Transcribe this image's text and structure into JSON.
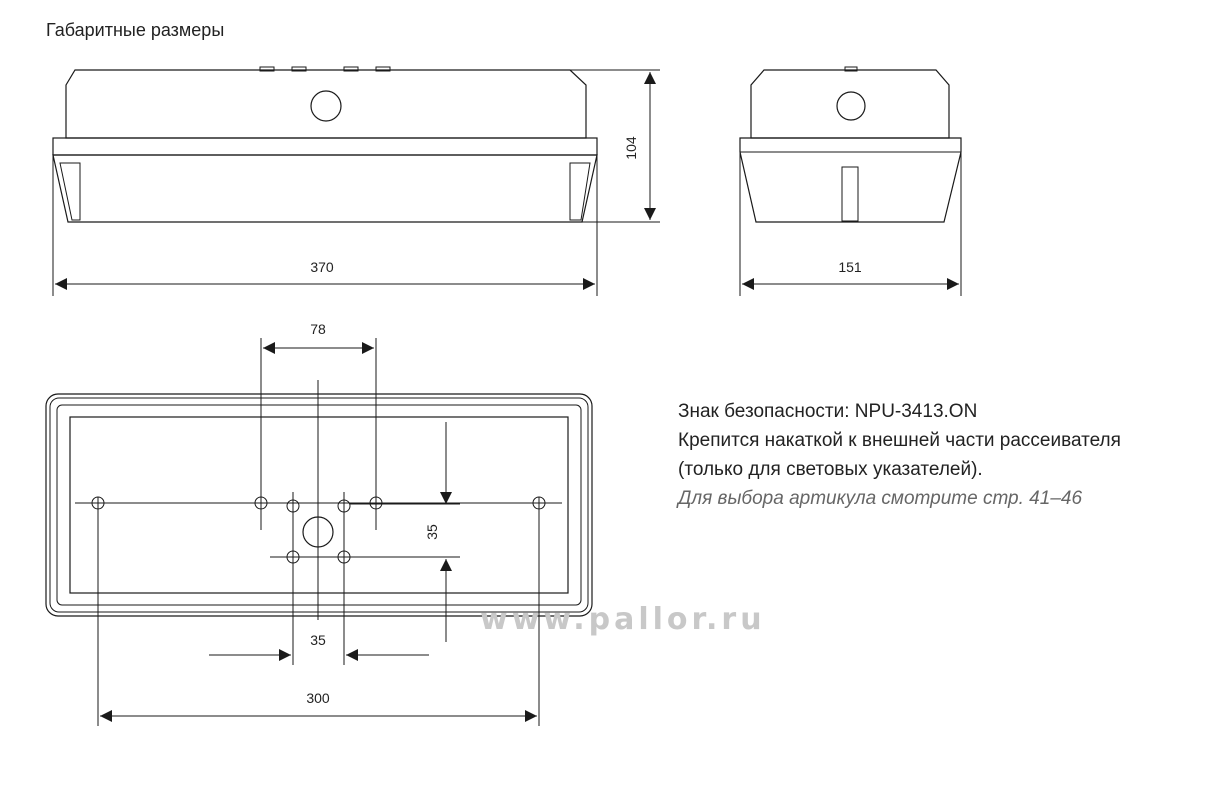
{
  "title": "Габаритные размеры",
  "dimensions": {
    "front_width": "370",
    "front_height": "104",
    "side_width": "151",
    "hole_spacing_top": "78",
    "hole_spacing_vertical": "35",
    "hole_spacing_horizontal": "35",
    "mount_spacing": "300"
  },
  "info": {
    "line1": "Знак безопасности: NPU-3413.ON",
    "line2": "Крепится накаткой к внешней части рассеивателя",
    "line3": "(только для световых указателей).",
    "line4": "Для выбора артикула смотрите стр. 41–46"
  },
  "watermark": "www.pallor.ru"
}
